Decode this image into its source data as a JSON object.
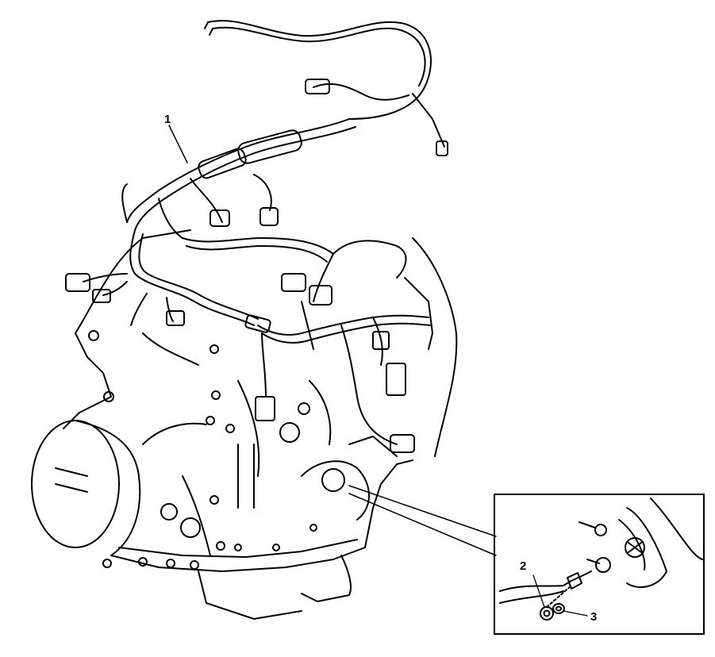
{
  "diagram": {
    "callouts": [
      {
        "id": "1",
        "label": "1"
      },
      {
        "id": "2",
        "label": "2"
      },
      {
        "id": "3",
        "label": "3"
      }
    ],
    "stroke_color": "#000000",
    "background_color": "#ffffff"
  }
}
